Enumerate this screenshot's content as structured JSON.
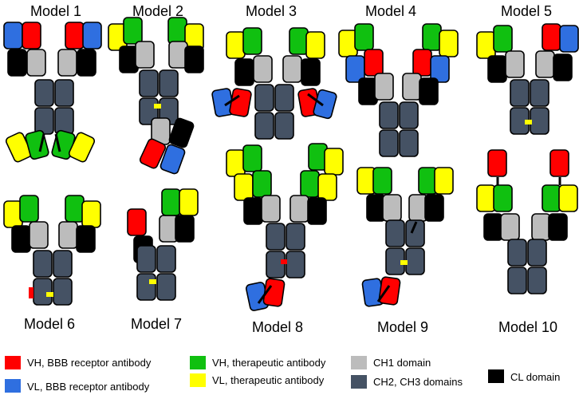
{
  "colors": {
    "vh_bbb": "#ff0000",
    "vl_bbb": "#2f6fe0",
    "vh_ther": "#10c010",
    "vl_ther": "#ffff00",
    "ch1": "#bcbcbc",
    "fc": "#455264",
    "cl": "#000000",
    "linker": "#ffff00"
  },
  "models": [
    {
      "label": "Model 1"
    },
    {
      "label": "Model 2"
    },
    {
      "label": "Model 3"
    },
    {
      "label": "Model 4"
    },
    {
      "label": "Model 5"
    },
    {
      "label": "Model 6"
    },
    {
      "label": "Model 7"
    },
    {
      "label": "Model 8"
    },
    {
      "label": "Model 9"
    },
    {
      "label": "Model 10"
    }
  ],
  "legend": [
    {
      "key": "vh_bbb",
      "label": "VH, BBB receptor antibody"
    },
    {
      "key": "vl_bbb",
      "label": "VL, BBB receptor antibody"
    },
    {
      "key": "vh_ther",
      "label": "VH, therapeutic antibody"
    },
    {
      "key": "vl_ther",
      "label": "VL, therapeutic antibody"
    },
    {
      "key": "ch1",
      "label": "CH1 domain"
    },
    {
      "key": "fc",
      "label": "CH2, CH3 domains"
    },
    {
      "key": "cl",
      "label": "CL domain"
    }
  ]
}
